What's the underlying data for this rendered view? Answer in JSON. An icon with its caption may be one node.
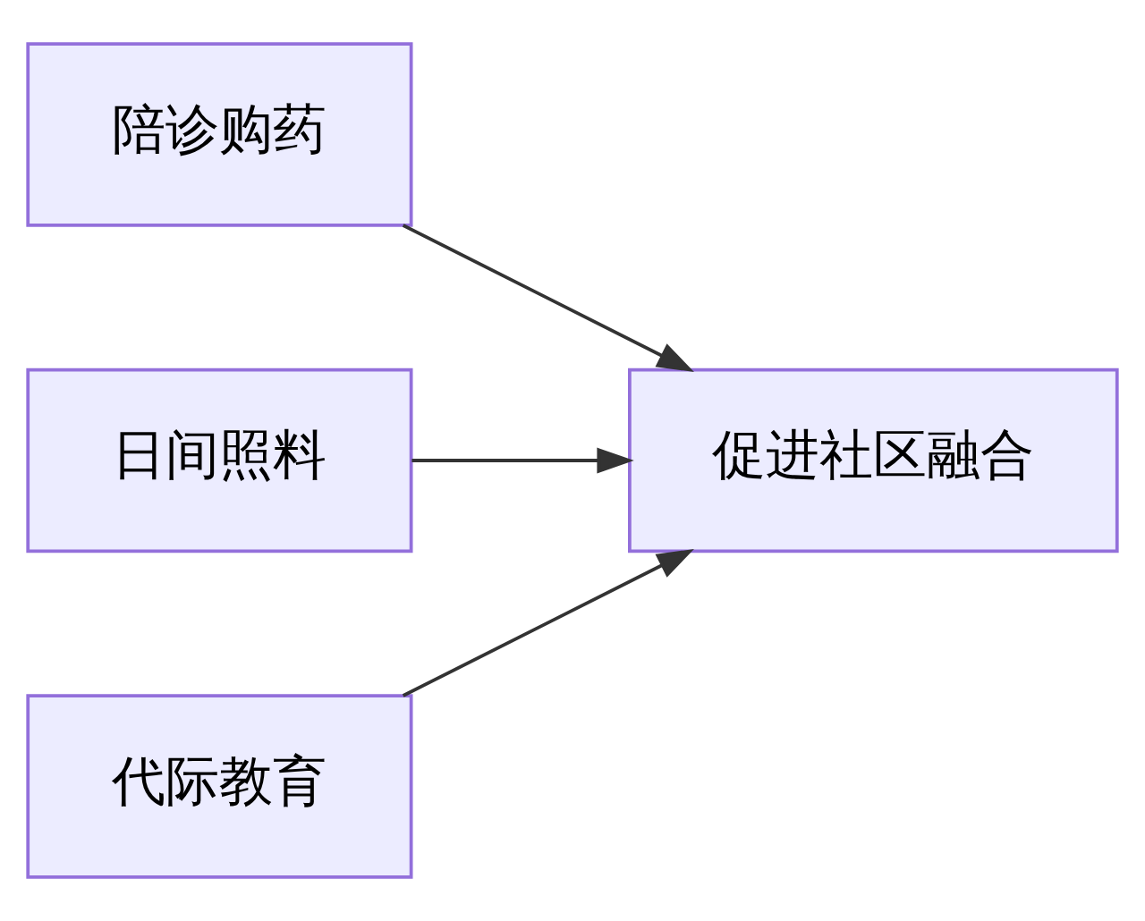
{
  "diagram": {
    "nodes": [
      {
        "text": [
          "陪诊购药"
        ]
      },
      {
        "text": [
          "日间照料"
        ]
      },
      {
        "text": [
          "代际教育"
        ]
      },
      {
        "text": [
          "促进社区融合"
        ]
      }
    ],
    "edges": [
      {
        "from": 0,
        "to": 3,
        "arrow": "to"
      },
      {
        "from": 1,
        "to": 3,
        "arrow": "to"
      },
      {
        "from": 2,
        "to": 3,
        "arrow": "to"
      }
    ]
  }
}
